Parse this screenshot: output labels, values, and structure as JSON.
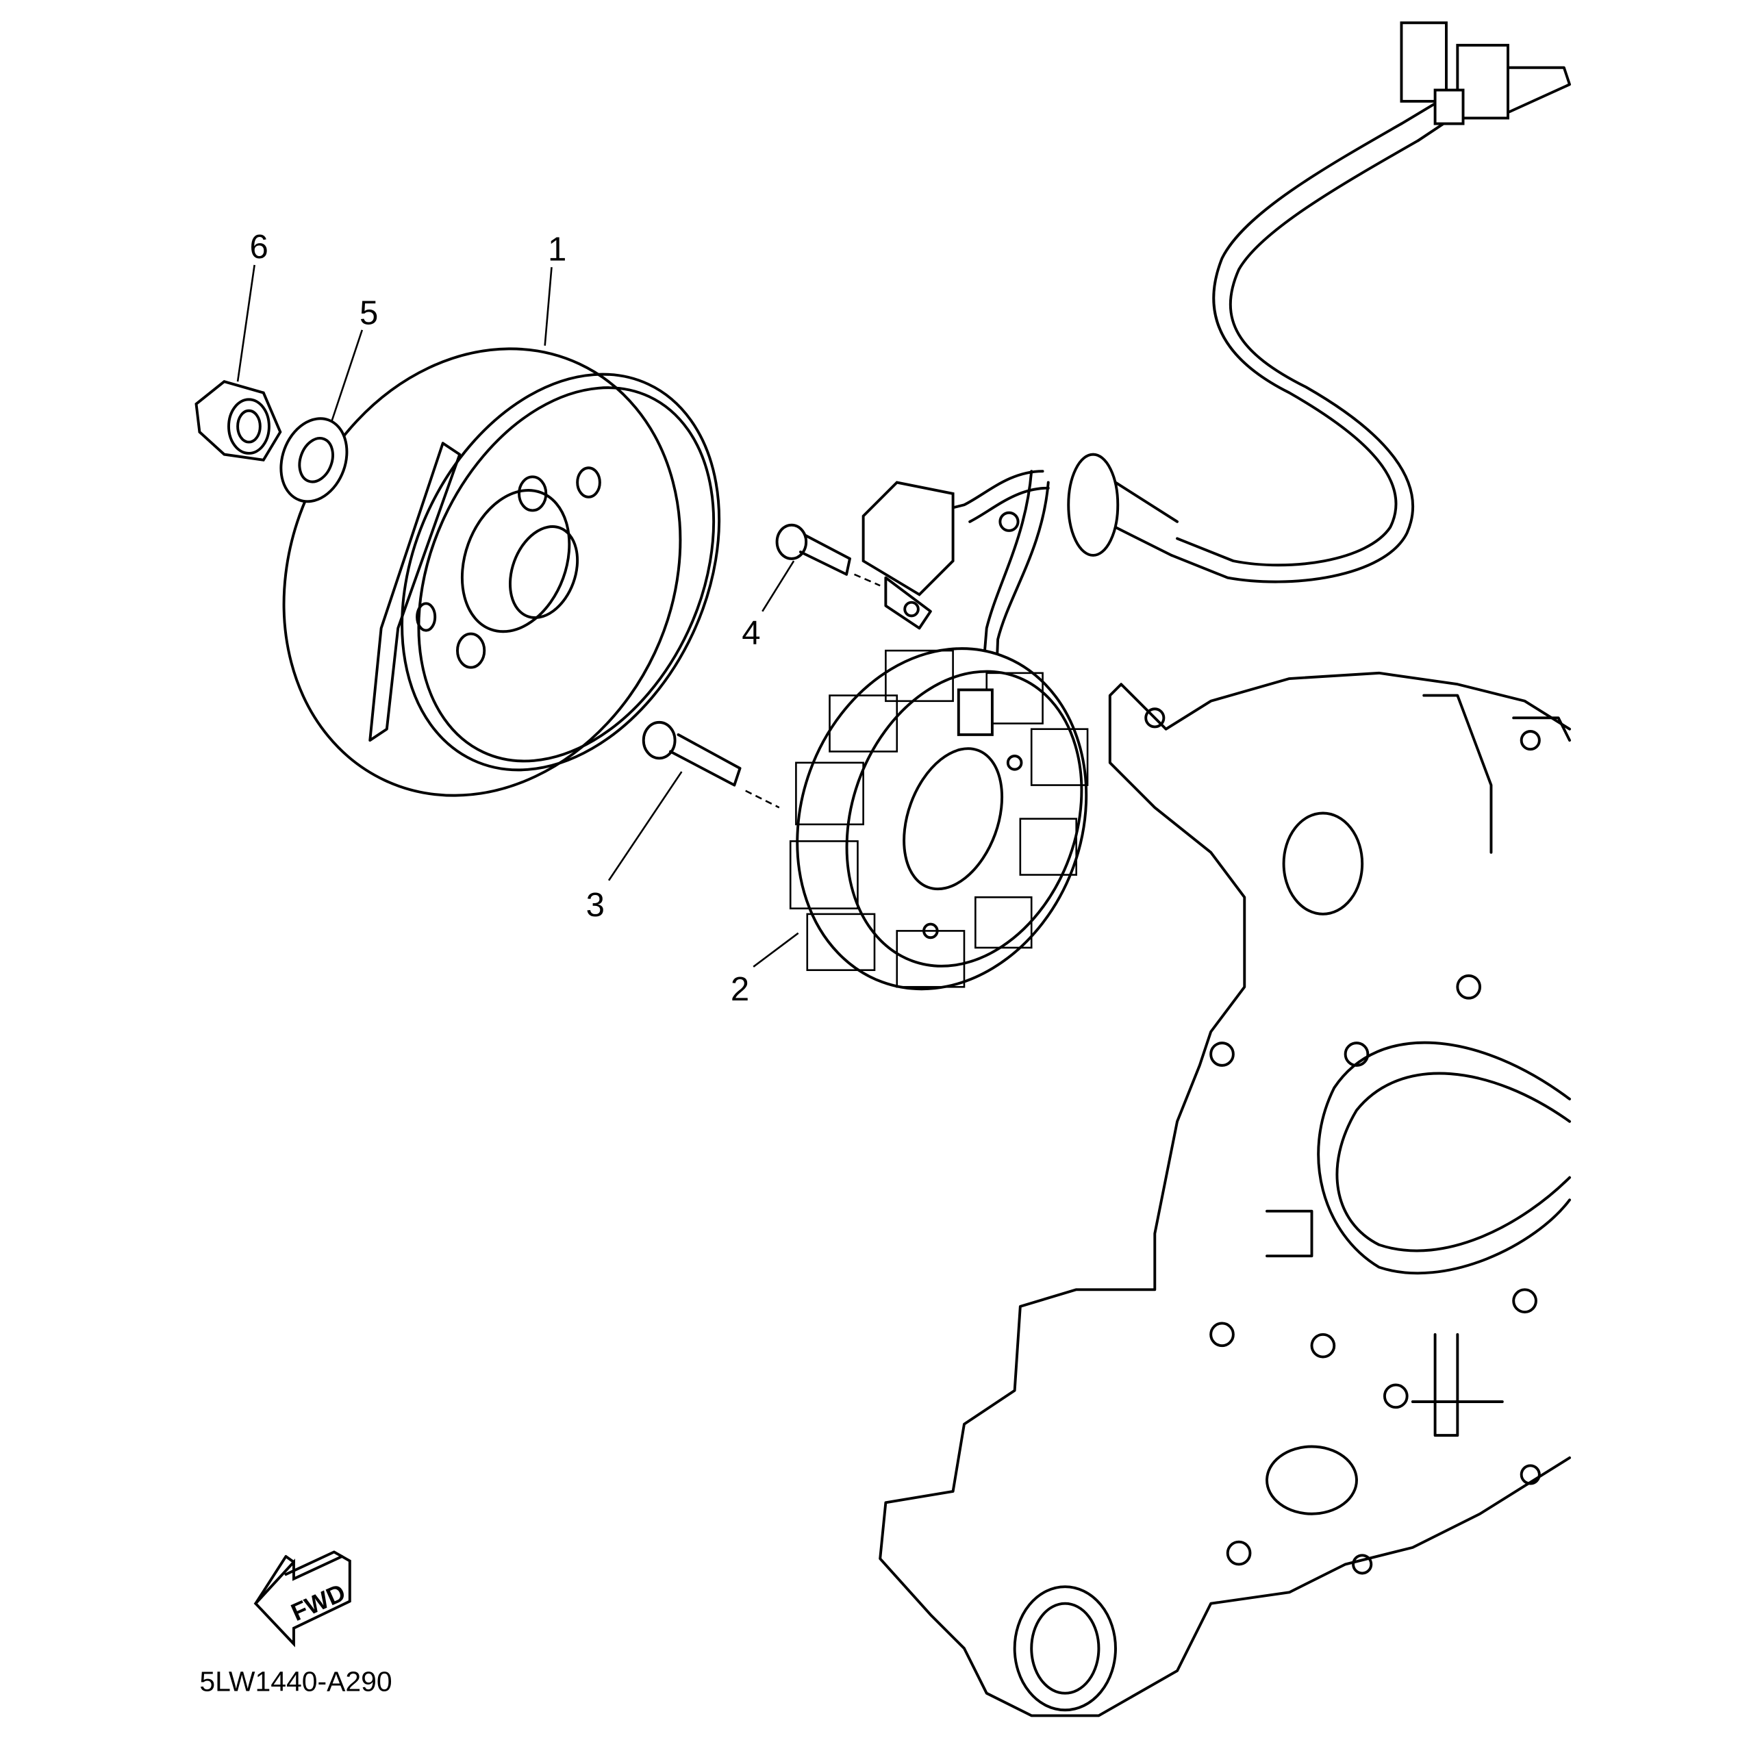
{
  "diagram": {
    "diagram_code": "5LW1440-A290",
    "direction_indicator": "FWD",
    "callouts": [
      {
        "number": "1",
        "part": "rotor-flywheel"
      },
      {
        "number": "2",
        "part": "stator-assembly"
      },
      {
        "number": "3",
        "part": "stator-bolt"
      },
      {
        "number": "4",
        "part": "pickup-coil-bolt"
      },
      {
        "number": "5",
        "part": "washer"
      },
      {
        "number": "6",
        "part": "nut"
      }
    ]
  }
}
